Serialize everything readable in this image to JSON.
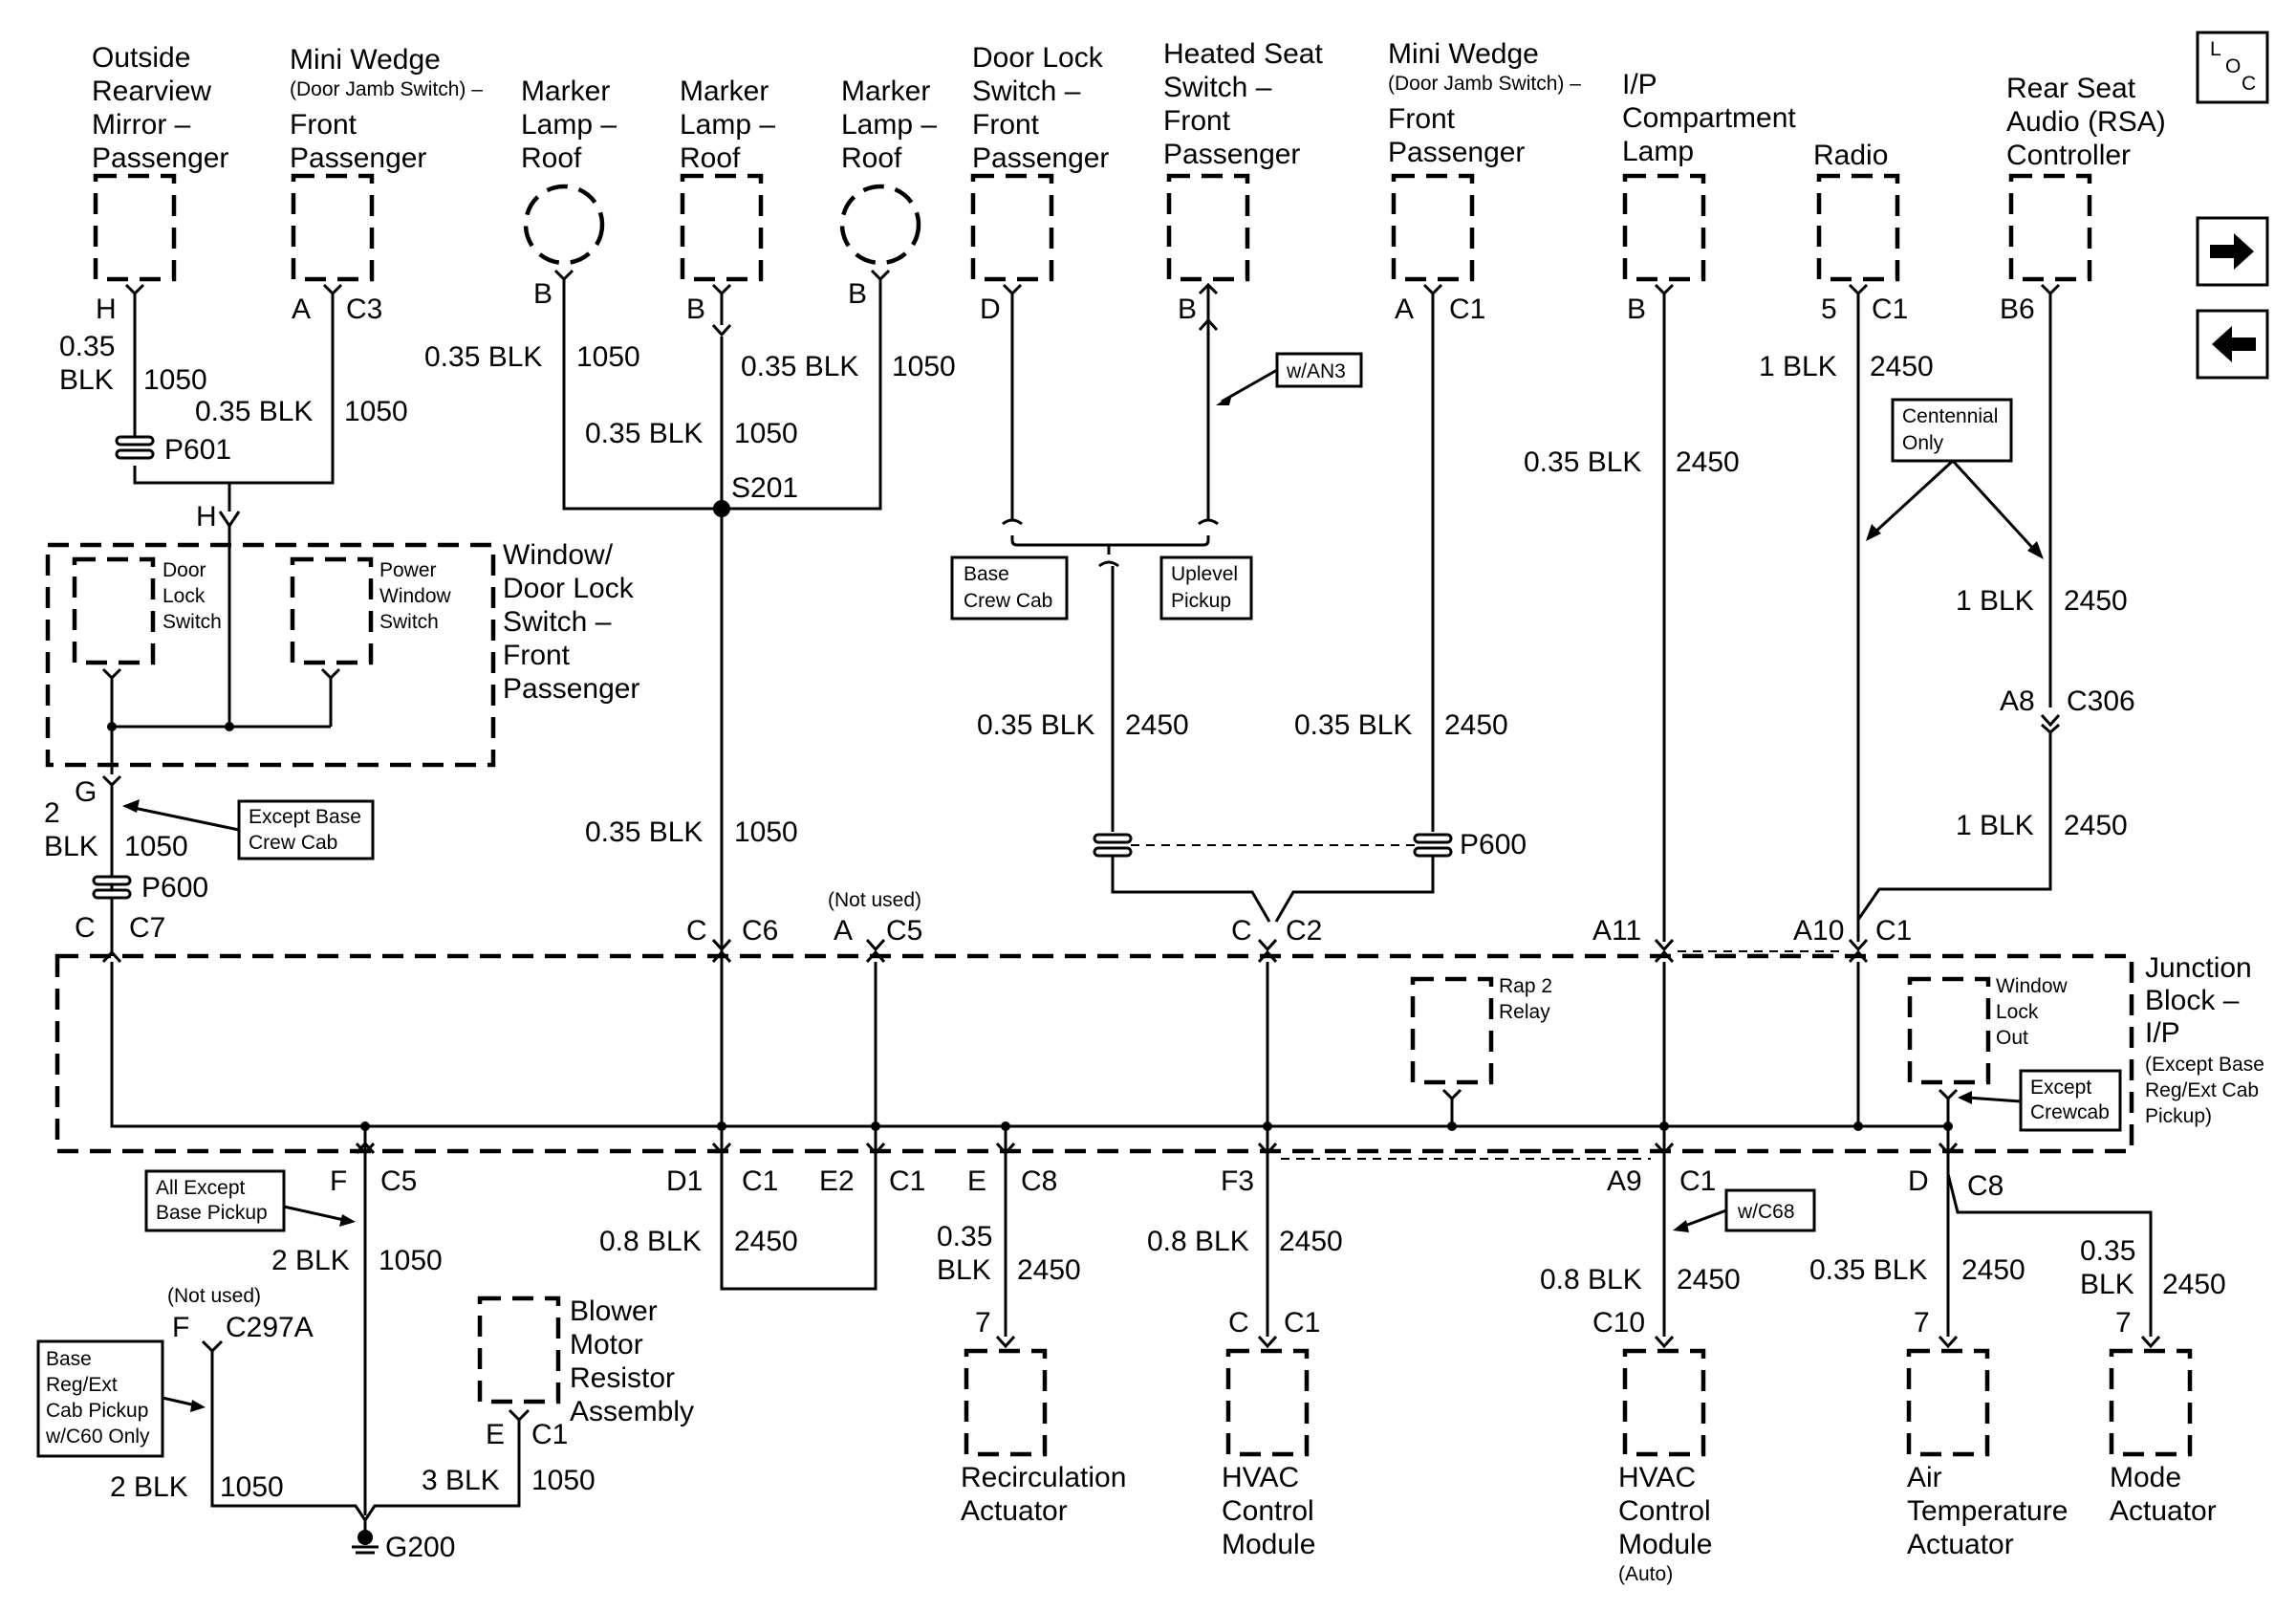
{
  "components": {
    "mirror": [
      "Outside",
      "Rearview",
      "Mirror –",
      "Passenger"
    ],
    "miniwedge1": {
      "line1": "Mini Wedge",
      "line2": "(Door Jamb Switch) –",
      "line3": "Front",
      "line4": "Passenger"
    },
    "marker": [
      "Marker",
      "Lamp –",
      "Roof"
    ],
    "doorlock": [
      "Door Lock",
      "Switch –",
      "Front",
      "Passenger"
    ],
    "heatedseat": [
      "Heated Seat",
      "Switch –",
      "Front",
      "Passenger"
    ],
    "miniwedge2": {
      "line1": "Mini Wedge",
      "line2": "(Door Jamb Switch) –",
      "line3": "Front",
      "line4": "Passenger"
    },
    "ipcomp": [
      "I/P",
      "Compartment",
      "Lamp"
    ],
    "radio": "Radio",
    "rsa": [
      "Rear Seat",
      "Audio (RSA)",
      "Controller"
    ],
    "window_switch": [
      "Window/",
      "Door Lock",
      "Switch –",
      "Front",
      "Passenger"
    ],
    "door_lock_sub": [
      "Door",
      "Lock",
      "Switch"
    ],
    "power_window_sub": [
      "Power",
      "Window",
      "Switch"
    ],
    "junction": {
      "l1": "Junction",
      "l2": "Block –",
      "l3": "I/P",
      "l4": "(Except Base",
      "l5": "Reg/Ext Cab",
      "l6": "Pickup)"
    },
    "rap_relay": [
      "Rap 2",
      "Relay"
    ],
    "window_lockout": [
      "Window",
      "Lock",
      "Out"
    ],
    "blower": [
      "Blower",
      "Motor",
      "Resistor",
      "Assembly"
    ],
    "recirc": [
      "Recirculation",
      "Actuator"
    ],
    "hvac1": [
      "HVAC",
      "Control",
      "Module"
    ],
    "hvac2": [
      "HVAC",
      "Control",
      "Module",
      "(Auto)"
    ],
    "airtemp": [
      "Air",
      "Temperature",
      "Actuator"
    ],
    "mode": [
      "Mode",
      "Actuator"
    ]
  },
  "nav": {
    "loc_l": "L",
    "loc_o": "O",
    "loc_c": "C"
  },
  "notes": {
    "wan3": "w/AN3",
    "base_crew": [
      "Base",
      "Crew Cab"
    ],
    "uplevel": [
      "Uplevel",
      "Pickup"
    ],
    "centennial": [
      "Centennial",
      "Only"
    ],
    "except_base_crew": [
      "Except Base",
      "Crew Cab"
    ],
    "except_crewcab": [
      "Except",
      "Crewcab"
    ],
    "all_except": [
      "All Except",
      "Base Pickup"
    ],
    "base_reg": [
      "Base",
      "Reg/Ext",
      "Cab Pickup",
      "w/C60 Only"
    ],
    "wc68": "w/C68",
    "not_used": "(Not used)"
  },
  "pins": {
    "H": "H",
    "A": "A",
    "C3": "C3",
    "B": "B",
    "D": "D",
    "C1": "C1",
    "5": "5",
    "B6": "B6",
    "G": "G",
    "C": "C",
    "C7": "C7",
    "C6": "C6",
    "C5": "C5",
    "C2": "C2",
    "A11": "A11",
    "A10": "A10",
    "A8": "A8",
    "C306": "C306",
    "F": "F",
    "D1": "D1",
    "E2": "E2",
    "E": "E",
    "C8": "C8",
    "F3": "F3",
    "A9": "A9",
    "7": "7",
    "C10": "C10",
    "C297A": "C297A"
  },
  "splices": {
    "p601": "P601",
    "p600": "P600",
    "s201": "S201",
    "g200": "G200"
  },
  "wires": {
    "g035": "0.35",
    "g08": "0.8",
    "g1": "1",
    "g2": "2",
    "g3": "3",
    "blk": "BLK",
    "g035blk": "0.35 BLK",
    "g08blk": "0.8 BLK",
    "g1blk": "1 BLK",
    "g2blk": "2 BLK",
    "g3blk": "3 BLK",
    "c1050": "1050",
    "c2450": "2450"
  }
}
